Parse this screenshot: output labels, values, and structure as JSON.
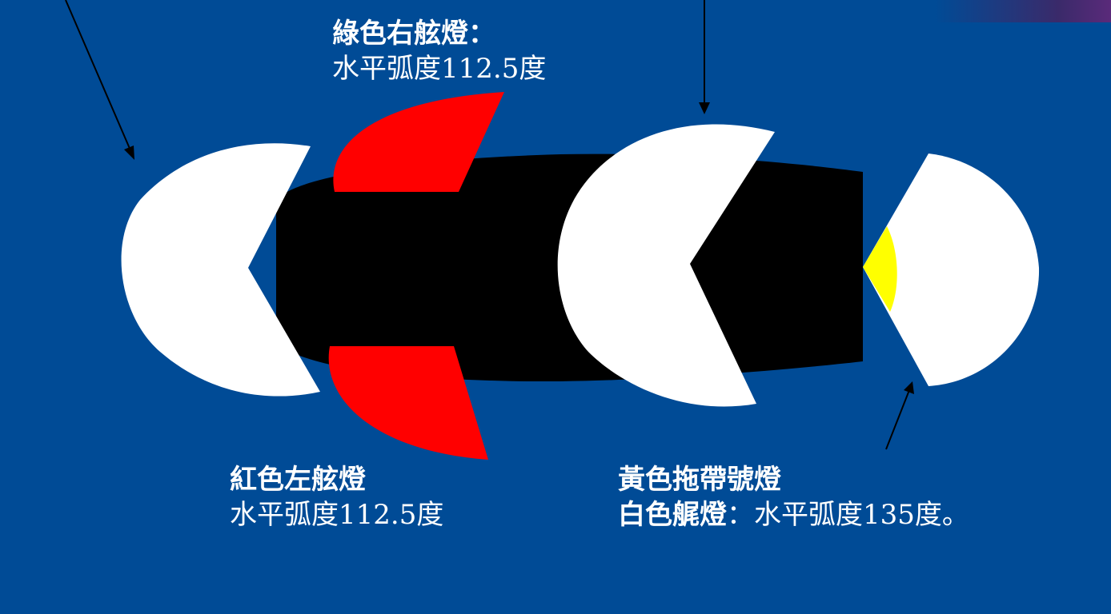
{
  "colors": {
    "background": "#004b96",
    "hull": "#000000",
    "masthead_light": "#ffffff",
    "sidelight_red": "#ff0000",
    "towing_light": "#ffff00",
    "arrow": "#000000",
    "text": "#ffffff"
  },
  "labels": {
    "green_sidelight": {
      "title": "綠色右舷燈：",
      "arc": "水平弧度112.5度"
    },
    "red_sidelight": {
      "title": "紅色左舷燈",
      "arc": "水平弧度112.5度"
    },
    "stern": {
      "towing_title": "黃色拖帶號燈",
      "stern_title": "白色艉燈",
      "arc": "：水平弧度135度。"
    }
  }
}
